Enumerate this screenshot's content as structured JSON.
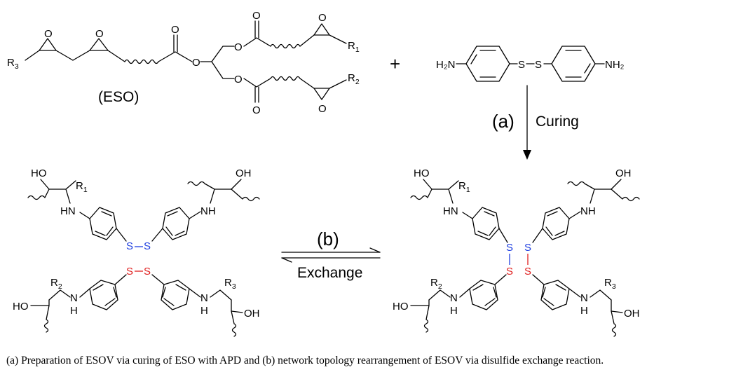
{
  "caption": "(a) Preparation of ESOV via curing of ESO with APD and (b) network topology rearrangement of ESOV via disulfide exchange reaction.",
  "colors": {
    "ink": "#000000",
    "blue_disulfide": "#1f3fe0",
    "red_disulfide": "#e02020"
  },
  "eso": {
    "name": "(ESO)",
    "R1": "R",
    "R1_sub": "1",
    "R2": "R",
    "R2_sub": "2",
    "R3": "R",
    "R3_sub": "3",
    "O": "O"
  },
  "plus": "+",
  "apd": {
    "left": "H₂N",
    "s1": "S",
    "s2": "S",
    "right": "NH₂"
  },
  "step_a": {
    "tag": "(a)",
    "label": "Curing"
  },
  "step_b": {
    "tag": "(b)",
    "label": "Exchange"
  },
  "atoms": {
    "HO": "HO",
    "OH": "OH",
    "HN": "HN",
    "NH": "NH",
    "N": "N",
    "H": "H",
    "S": "S",
    "R": "R",
    "sub1": "1",
    "sub2": "2",
    "sub3": "3"
  }
}
